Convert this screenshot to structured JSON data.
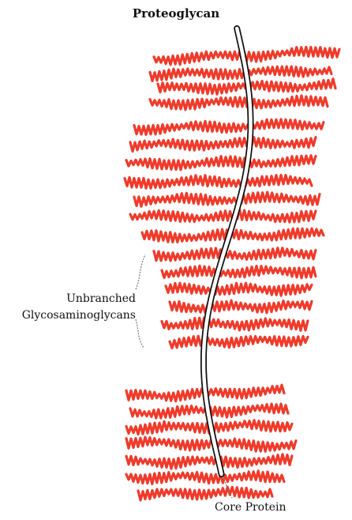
{
  "diagram": {
    "title": "Proteoglycan",
    "label_gag_line1": "Unbranched",
    "label_gag_line2": "Glycosaminoglycans",
    "label_core": "Core Protein"
  },
  "colors": {
    "glycan": "#f03a2a",
    "protein_outline": "#111111",
    "protein_fill": "#ffffff",
    "leader": "#777777"
  }
}
